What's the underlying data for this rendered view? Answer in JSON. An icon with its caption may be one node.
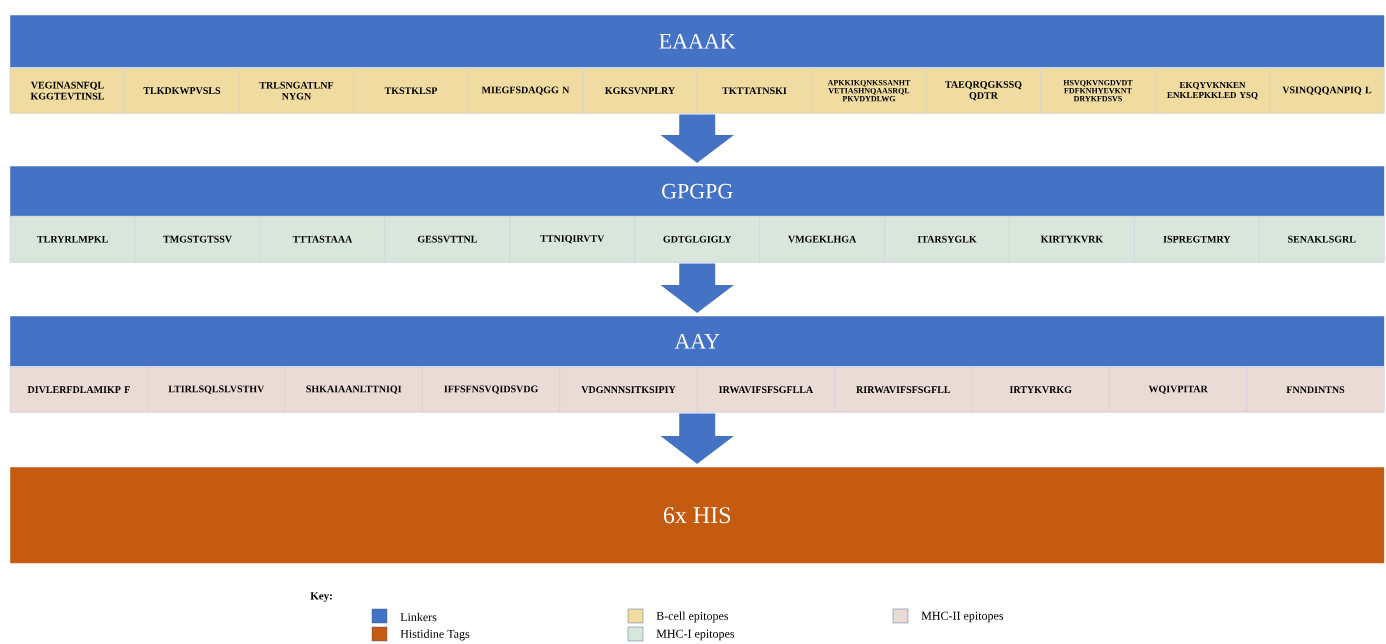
{
  "diagram": {
    "nodes": [
      {
        "text": [
          "EAAAK"
        ]
      },
      {
        "text": [],
        "shape": "bar"
      },
      {
        "text": [
          "VEGINASNFQL KGGTEVTINSL"
        ],
        "in": 1
      },
      {
        "text": [
          "TLKDKWPVSLS"
        ],
        "in": 1
      },
      {
        "text": [
          "TRLSNGATLNF NYGN"
        ],
        "in": 1
      },
      {
        "text": [
          "TKSTKLSP"
        ],
        "in": 1
      },
      {
        "text": [
          "MIEGFSDAQGG N"
        ],
        "in": 1
      },
      {
        "text": [
          "KGKSVNPLRY"
        ],
        "in": 1
      },
      {
        "text": [
          "TKTTATNSKI"
        ],
        "in": 1
      },
      {
        "text": [
          "APKKIKQNKSSANHT VETIASHNQAASRQL PKVDYDLWG"
        ],
        "in": 1
      },
      {
        "text": [
          "TAEQRQGKSSQ QDTR"
        ],
        "in": 1
      },
      {
        "text": [
          "HSVQKVNGDVDT FDFKNHYEVKNT DRYKFDSVS"
        ],
        "in": 1
      },
      {
        "text": [
          "EKQYVKNKEN ENKLEPKKLED YSQ"
        ],
        "in": 1
      },
      {
        "text": [
          "VSINQQQANPIQ L"
        ],
        "in": 1
      },
      {
        "text": [
          "GPGPG"
        ]
      },
      {
        "text": [],
        "shape": "bar"
      },
      {
        "text": [
          "TLRYRLMPKL"
        ],
        "in": 15
      },
      {
        "text": [
          "TMGSTGTSSV"
        ],
        "in": 15
      },
      {
        "text": [
          "TTTASTAAA"
        ],
        "in": 15
      },
      {
        "text": [
          "GESSVTTNL"
        ],
        "in": 15
      },
      {
        "text": [
          "TTNIQIRVTV"
        ],
        "in": 15
      },
      {
        "text": [
          "GDTGLGIGLY"
        ],
        "in": 15
      },
      {
        "text": [
          "VMGEKLHGA"
        ],
        "in": 15
      },
      {
        "text": [
          "ITARSYGLK"
        ],
        "in": 15
      },
      {
        "text": [
          "KIRTYKVRK"
        ],
        "in": 15
      },
      {
        "text": [
          "ISPREGTMRY"
        ],
        "in": 15
      },
      {
        "text": [
          "SENAKLSGRL"
        ],
        "in": 15
      },
      {
        "text": [
          "AAY"
        ]
      },
      {
        "text": [],
        "shape": "bar"
      },
      {
        "text": [
          "DIVLERFDLAMIKP F"
        ],
        "in": 28
      },
      {
        "text": [
          "LTIRLSQLSLVSTHV"
        ],
        "in": 28
      },
      {
        "text": [
          "SHKAIAANLTTNIQI"
        ],
        "in": 28
      },
      {
        "text": [
          "IFFSFNSVQIDSVDG"
        ],
        "in": 28
      },
      {
        "text": [
          "VDGNNNSITKSIPIY"
        ],
        "in": 28
      },
      {
        "text": [
          "IRWAVIFSFSGFLLA"
        ],
        "in": 28
      },
      {
        "text": [
          "RIRWAVIFSFSGFLL"
        ],
        "in": 28
      },
      {
        "text": [
          "IRTYKVRKG"
        ],
        "in": 28
      },
      {
        "text": [
          "WQIVPITAR"
        ],
        "in": 28
      },
      {
        "text": [
          "FNNDINTNS"
        ],
        "in": 28
      },
      {
        "text": [
          "6x HIS"
        ]
      }
    ],
    "edges": [
      {
        "from": 1,
        "to": 14,
        "arrow": "to"
      },
      {
        "from": 15,
        "to": 27,
        "arrow": "to"
      },
      {
        "from": 28,
        "to": 39,
        "arrow": "to"
      }
    ],
    "labels": [
      "Key:"
    ],
    "legend": [
      {
        "text": "Linkers",
        "color": "#4472c4"
      },
      {
        "text": "Histidine Tags",
        "color": "#c55a11"
      },
      {
        "text": "B-cell epitopes",
        "color": "#f0dca0"
      },
      {
        "text": "MHC-I epitopes",
        "color": "#d8e6dc"
      },
      {
        "text": "MHC-II epitopes",
        "color": "#eadbd4"
      }
    ]
  }
}
